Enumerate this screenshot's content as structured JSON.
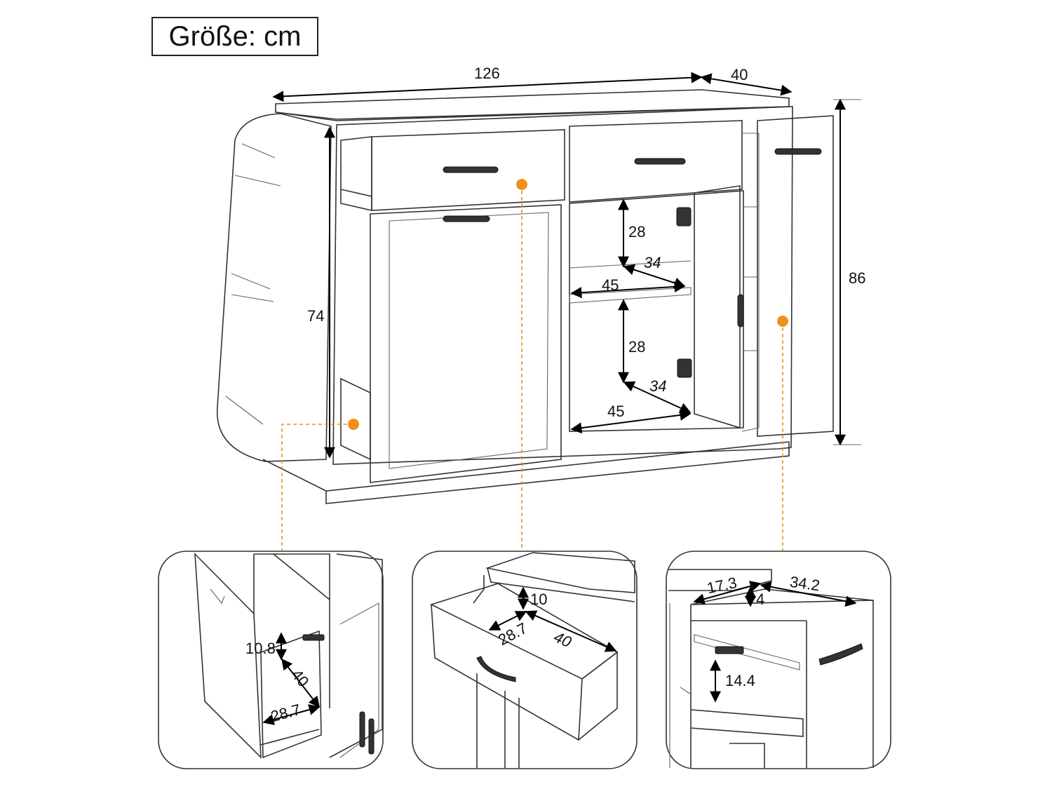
{
  "size_label": "Größe: cm",
  "main_dimensions": {
    "width": "126",
    "depth": "40",
    "height_total": "86",
    "height_cabinet": "74",
    "upper_shelf_height": "28",
    "upper_shelf_depth": "34",
    "upper_shelf_width": "45",
    "lower_shelf_height": "28",
    "lower_shelf_depth": "34",
    "lower_shelf_width": "45"
  },
  "detail_left": {
    "height": "10.8",
    "depth": "40",
    "width": "28.7"
  },
  "detail_middle": {
    "height": "10",
    "width": "28.7",
    "depth": "40"
  },
  "detail_right": {
    "width": "17.3",
    "height_top": "4",
    "depth": "34.2",
    "shelf_height": "14.4"
  },
  "colors": {
    "marker": "#f18f1c",
    "line": "#333333"
  }
}
